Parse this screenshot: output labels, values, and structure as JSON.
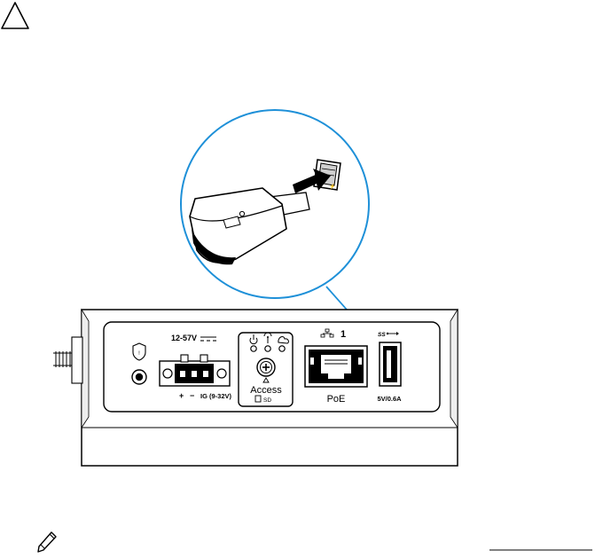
{
  "icons": {
    "caution": "warning-triangle-icon",
    "note": "note-pencil-icon",
    "power": "power-icon",
    "wireless": "wireless-antenna-icon",
    "cloud": "cloud-icon",
    "network": "network-icon",
    "usb": "usb-superspeed-icon",
    "intrusion": "intrusion-shield-icon",
    "sd": "sd-card-icon"
  },
  "device": {
    "power_rating": "12-57V",
    "polarity_plus": "+",
    "polarity_minus": "−",
    "ignition_label": "IG (9-32V)",
    "access_label": "Access",
    "sd_label": "SD",
    "lan_port_number": "1",
    "poe_label": "PoE",
    "usb_rating": "5V/0.6A",
    "usb_logo_text": "SS"
  },
  "colors": {
    "line": "#000000",
    "callout": "#1e90d8",
    "arrow": "#000000"
  }
}
